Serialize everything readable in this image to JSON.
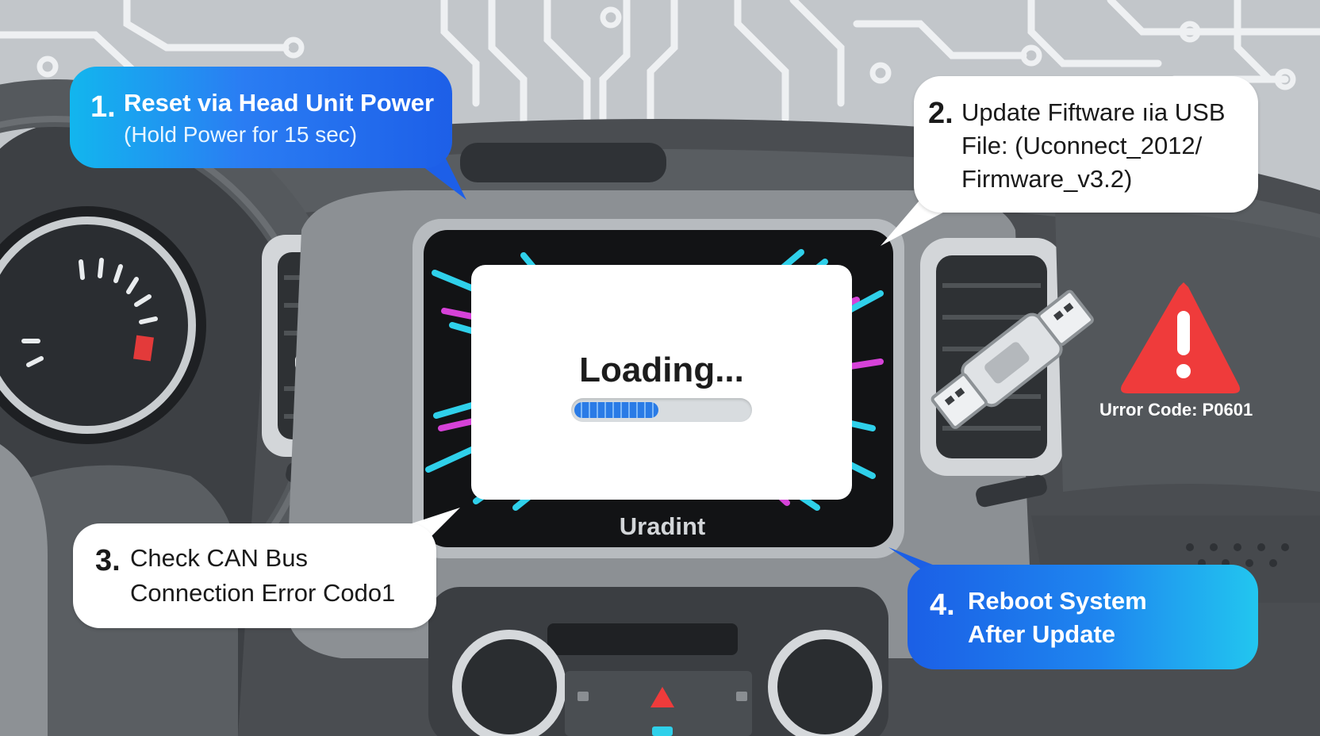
{
  "steps": [
    {
      "number": "1.",
      "line1": "Reset via Head Unit Power",
      "line2": "(Hold Power for 15 sec)"
    },
    {
      "number": "2.",
      "line1": "Update Fiftware ıia USB",
      "line2": "File: (Uconnect_2012/",
      "line3": "Firmware_v3.2)"
    },
    {
      "number": "3.",
      "line1": "Check CAN Bus",
      "line2": "Connection Error Codo1"
    },
    {
      "number": "4.",
      "line1": "Reboot System",
      "line2": "After Update"
    }
  ],
  "screen": {
    "loading_label": "Loading...",
    "progress_fraction": 0.48
  },
  "head_unit_brand": "Uradint",
  "warning": {
    "error_code": "Urror Code: P0601"
  },
  "icons": [
    "warning-triangle-icon",
    "usb-drive-icon",
    "hazard-button-icon"
  ],
  "colors": {
    "accent_blue": "#1f7ef0",
    "accent_cyan": "#14c4e8",
    "warning_red": "#ef3b3b",
    "glitch_magenta": "#d642d8"
  }
}
